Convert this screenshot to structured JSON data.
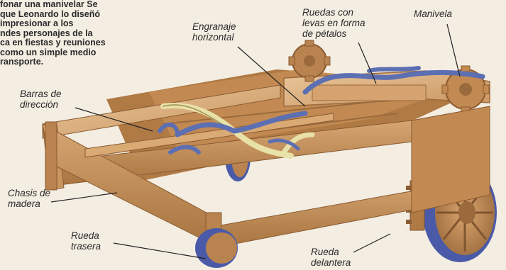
{
  "intro_text": "fonar una manivelar Se\n que Leonardo lo diseñó\n impresionar a los\nndes personajes de la\nca en fiestas y reuniones\n como un simple medio\nransporte.",
  "labels": {
    "engranaje": "Engranaje\nhorizontal",
    "ruedas_levas": "Ruedas con\nlevas en forma\nde pétalos",
    "manivela": "Manivela",
    "barras": "Barras de\ndirección",
    "chasis": "Chasis de\nmadera",
    "rueda_trasera": "Rueda\ntrasera",
    "rueda_delantera": "Rueda\ndelantera"
  },
  "colors": {
    "wood_light": "#e3b98a",
    "wood_mid": "#c9955f",
    "wood_dark": "#9a6a3d",
    "spring_blue": "#5c6fb3",
    "spring_cream": "#e8e1a8",
    "wheel_blue": "#4a5aa8",
    "background": "#f3ede2"
  }
}
